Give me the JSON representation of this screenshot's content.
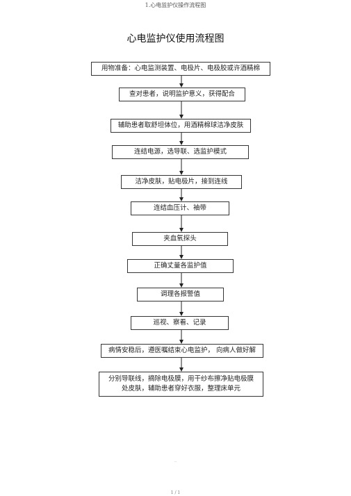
{
  "doc": {
    "header": "1.心电监护仪操作流程图",
    "title": "心电监护仪使用流程图",
    "footer_mark": "--",
    "page_number": "1 / 1"
  },
  "steps": [
    "用物准备：心电监测装置、电极片、电极胶或许酒精棉",
    "查对患者，说明监护意义，获得配合",
    "辅助患者取舒坦体位，用酒精棉球洁净皮肤",
    "连结电源，选导联、选监护模式",
    "洁净皮肤，贴电极片，接到连线",
    "连结血压计、袖带",
    "夹血氧探头",
    "正确丈量各监护值",
    "调理各报警值",
    "巡视、察看、记录",
    "病情安稳后，遵医嘱结束心电监护， 向病人做好解",
    [
      "分别导联线，摘除电极膜，用干纱布擦净贴电极膜",
      "处皮肤，辅助患者穿好衣服，整理床单元"
    ]
  ]
}
